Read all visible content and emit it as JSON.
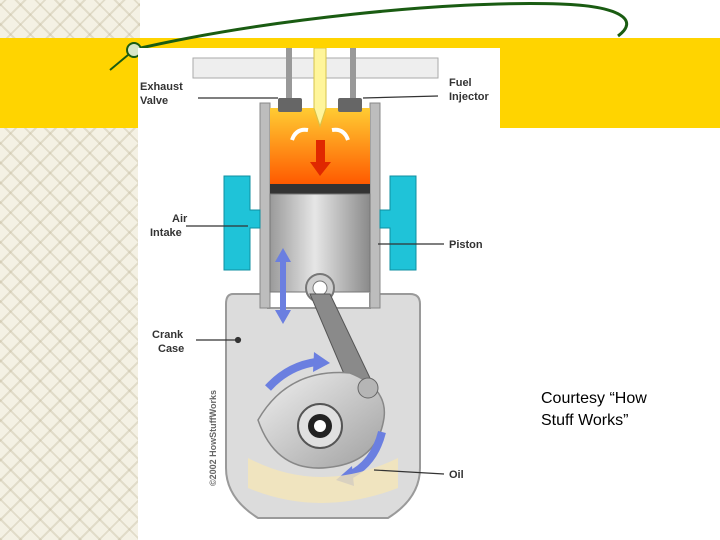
{
  "diagram": {
    "labels": {
      "exhaust_valve_line1": "Exhaust",
      "exhaust_valve_line2": "Valve",
      "fuel_injector_line1": "Fuel",
      "fuel_injector_line2": "Injector",
      "air_intake_line1": "Air",
      "air_intake_line2": "Intake",
      "piston": "Piston",
      "crank_case_line1": "Crank",
      "crank_case_line2": "Case",
      "oil": "Oil"
    },
    "copyright": "©2002 HowStuffWorks"
  },
  "caption": {
    "line1": "Courtesy “How",
    "line2": "Stuff Works”"
  },
  "colors": {
    "yellow_band": "#ffd400",
    "green_curve": "#1a5c12",
    "air_intake": "#1fc3d8",
    "combustion_hot": "#ff6a00",
    "combustion_warm": "#ffcc33",
    "arrow_blue": "#6b7fe0"
  }
}
